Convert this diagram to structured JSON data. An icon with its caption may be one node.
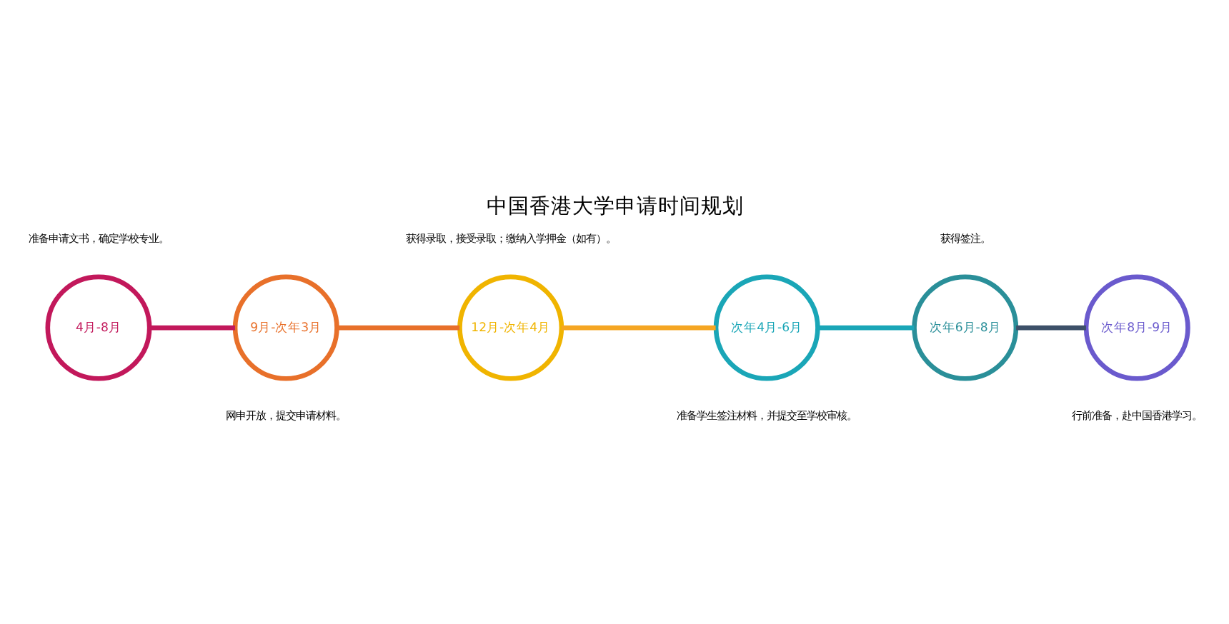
{
  "diagram": {
    "title": "中国香港大学申请时间规划",
    "nodes": [
      {
        "text": [
          "4月-8月"
        ],
        "beside": [
          "准备申请文书，确定学校专业。"
        ]
      },
      {
        "text": [
          "9月-次年3月"
        ],
        "beside": [
          "网申开放，提交申请材料。"
        ]
      },
      {
        "text": [
          "12月-次年4月"
        ],
        "beside": [
          "获得录取，接受录取；缴纳入学押金（如有）。"
        ]
      },
      {
        "text": [
          "次年4月-6月"
        ],
        "beside": [
          "准备学生签注材料，并提交至学校审核。"
        ]
      },
      {
        "text": [
          "次年6月-8月"
        ],
        "beside": [
          "获得签注。"
        ]
      },
      {
        "text": [
          "次年8月-9月"
        ],
        "beside": [
          "行前准备，赴中国香港学习。"
        ]
      }
    ],
    "edges": [
      {
        "from": 0,
        "to": 1,
        "arrow": "none",
        "color": "#c2185b"
      },
      {
        "from": 1,
        "to": 2,
        "arrow": "none",
        "color": "#e8702a"
      },
      {
        "from": 2,
        "to": 3,
        "arrow": "none",
        "color": "#f5a623"
      },
      {
        "from": 3,
        "to": 4,
        "arrow": "none",
        "color": "#1aa6b7"
      },
      {
        "from": 4,
        "to": 5,
        "arrow": "none",
        "color": "#3d5069"
      }
    ]
  }
}
